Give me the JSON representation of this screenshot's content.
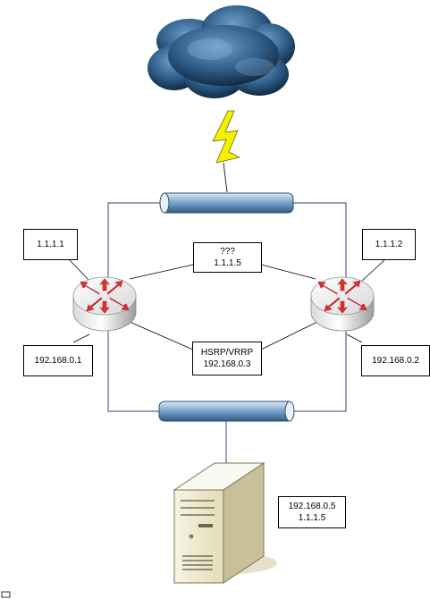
{
  "labels": {
    "wan_left_ip": "1.1.1.1",
    "wan_right_ip": "1.1.1.2",
    "virtual_wan_line1": "???",
    "virtual_wan_line2": "1.1.1.5",
    "lan_left_ip": "192.168.0.1",
    "lan_right_ip": "192.168.0.2",
    "virtual_lan_line1": "HSRP/VRRP",
    "virtual_lan_line2": "192.168.0.3",
    "server_line1": "192.168.0.5",
    "server_line2": "1.1.1.5"
  },
  "icons": [
    "cloud-icon",
    "lightning-icon",
    "router-icon",
    "bus-icon",
    "server-icon"
  ],
  "colors": {
    "cloud": "#2f5f8a",
    "lightning": "#f4f000",
    "bus": "#7fa9cf",
    "router_arrows": "#e03030",
    "server": "#efebcf",
    "links": "#3b3b8a"
  }
}
